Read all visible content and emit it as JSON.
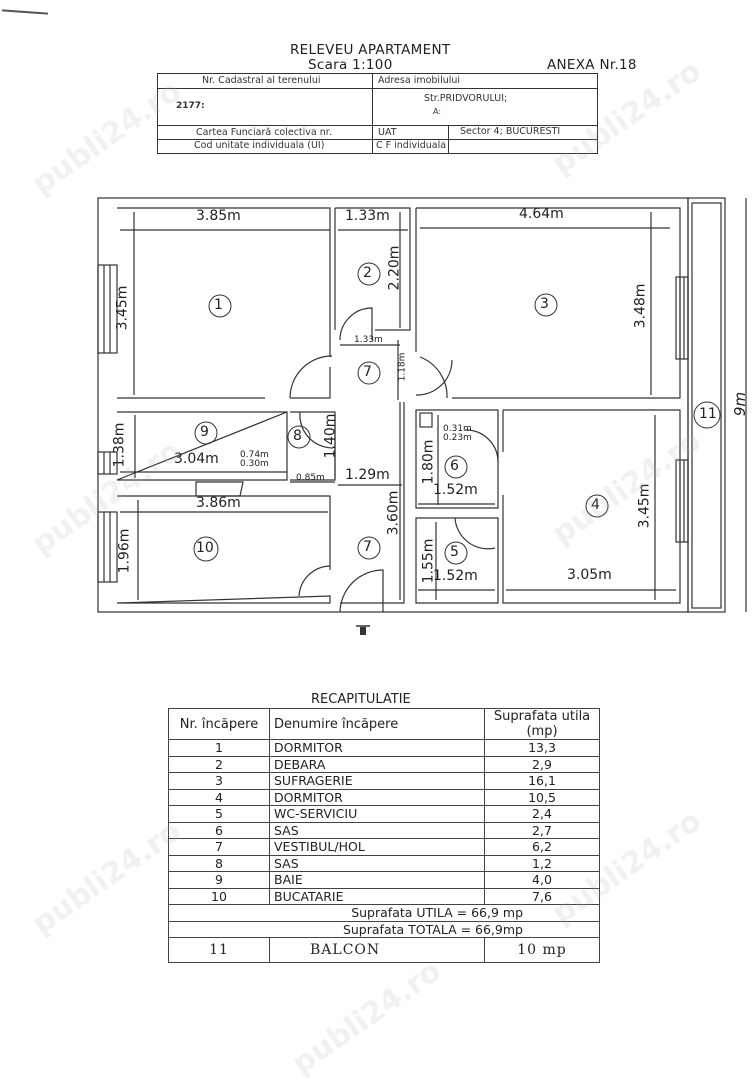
{
  "document": {
    "title": "RELEVEU  APARTAMENT",
    "scale": "Scara 1:100",
    "annex": "ANEXA Nr.18"
  },
  "header_table": {
    "cadastral_label": "Nr. Cadastral al terenului",
    "cadastral_value": "2177:",
    "address_label": "Adresa imobilului",
    "address_line1": "Str.PRIDVORULUI;",
    "address_line2": "A:",
    "carte_funciara_label": "Cartea Funciară colectiva  nr.",
    "uat_label": "UAT",
    "uat_value": "Sector 4; BUCURESTI",
    "cod_ui_label": "Cod unitate individuala  (UI)",
    "cf_individuala_label": "C F individuala"
  },
  "floor_plan": {
    "rooms": [
      {
        "id": "1"
      },
      {
        "id": "2"
      },
      {
        "id": "3"
      },
      {
        "id": "4"
      },
      {
        "id": "5"
      },
      {
        "id": "6"
      },
      {
        "id": "7"
      },
      {
        "id": "7"
      },
      {
        "id": "8"
      },
      {
        "id": "9"
      },
      {
        "id": "10"
      },
      {
        "id": "11"
      }
    ],
    "dimensions": {
      "r1_width": "3.85m",
      "r1_height": "3.45m",
      "r2_width": "1.33m",
      "r2_height": "2.20m",
      "r3_width": "4.64m",
      "r3_height": "3.48m",
      "hall_width_top": "1.33m",
      "hall_height_top": "1.18m",
      "r9_width": "3.04m",
      "r9_height": "1.38m",
      "r9_small1": "0.74m",
      "r9_small2": "0.30m",
      "r8_height": "1.40m",
      "r8_width": "0.85m",
      "hall_width": "1.29m",
      "hall_height": "3.60m",
      "r6_small1": "0.31m",
      "r6_small2": "0.23m",
      "r6_height": "1.80m",
      "r6_width": "1.52m",
      "r5_height": "1.55m",
      "r5_width": "1.52m",
      "r4_height": "3.45m",
      "r4_width": "3.05m",
      "r10_width": "3.86m",
      "r10_height": "1.96m",
      "overall": "9m"
    }
  },
  "recap": {
    "title": "RECAPITULATIE",
    "headers": [
      "Nr. încăpere",
      "Denumire încăpere",
      "Suprafata utila (mp)"
    ],
    "rows": [
      {
        "nr": "1",
        "name": "DORMITOR",
        "area": "13,3"
      },
      {
        "nr": "2",
        "name": "DEBARA",
        "area": "2,9"
      },
      {
        "nr": "3",
        "name": "SUFRAGERIE",
        "area": "16,1"
      },
      {
        "nr": "4",
        "name": "DORMITOR",
        "area": "10,5"
      },
      {
        "nr": "5",
        "name": "WC-SERVICIU",
        "area": "2,4"
      },
      {
        "nr": "6",
        "name": "SAS",
        "area": "2,7"
      },
      {
        "nr": "7",
        "name": "VESTIBUL/HOL",
        "area": "6,2"
      },
      {
        "nr": "8",
        "name": "SAS",
        "area": "1,2"
      },
      {
        "nr": "9",
        "name": "BAIE",
        "area": "4,0"
      },
      {
        "nr": "10",
        "name": "BUCATARIE",
        "area": "7,6"
      }
    ],
    "total_utila": "Suprafata  UTILA = 66,9 mp",
    "total_totala": "Suprafata TOTALA = 66,9mp",
    "balcony": {
      "nr": "11",
      "name": "BALCON",
      "area": "10 mp"
    }
  },
  "watermark": "publi24.ro"
}
